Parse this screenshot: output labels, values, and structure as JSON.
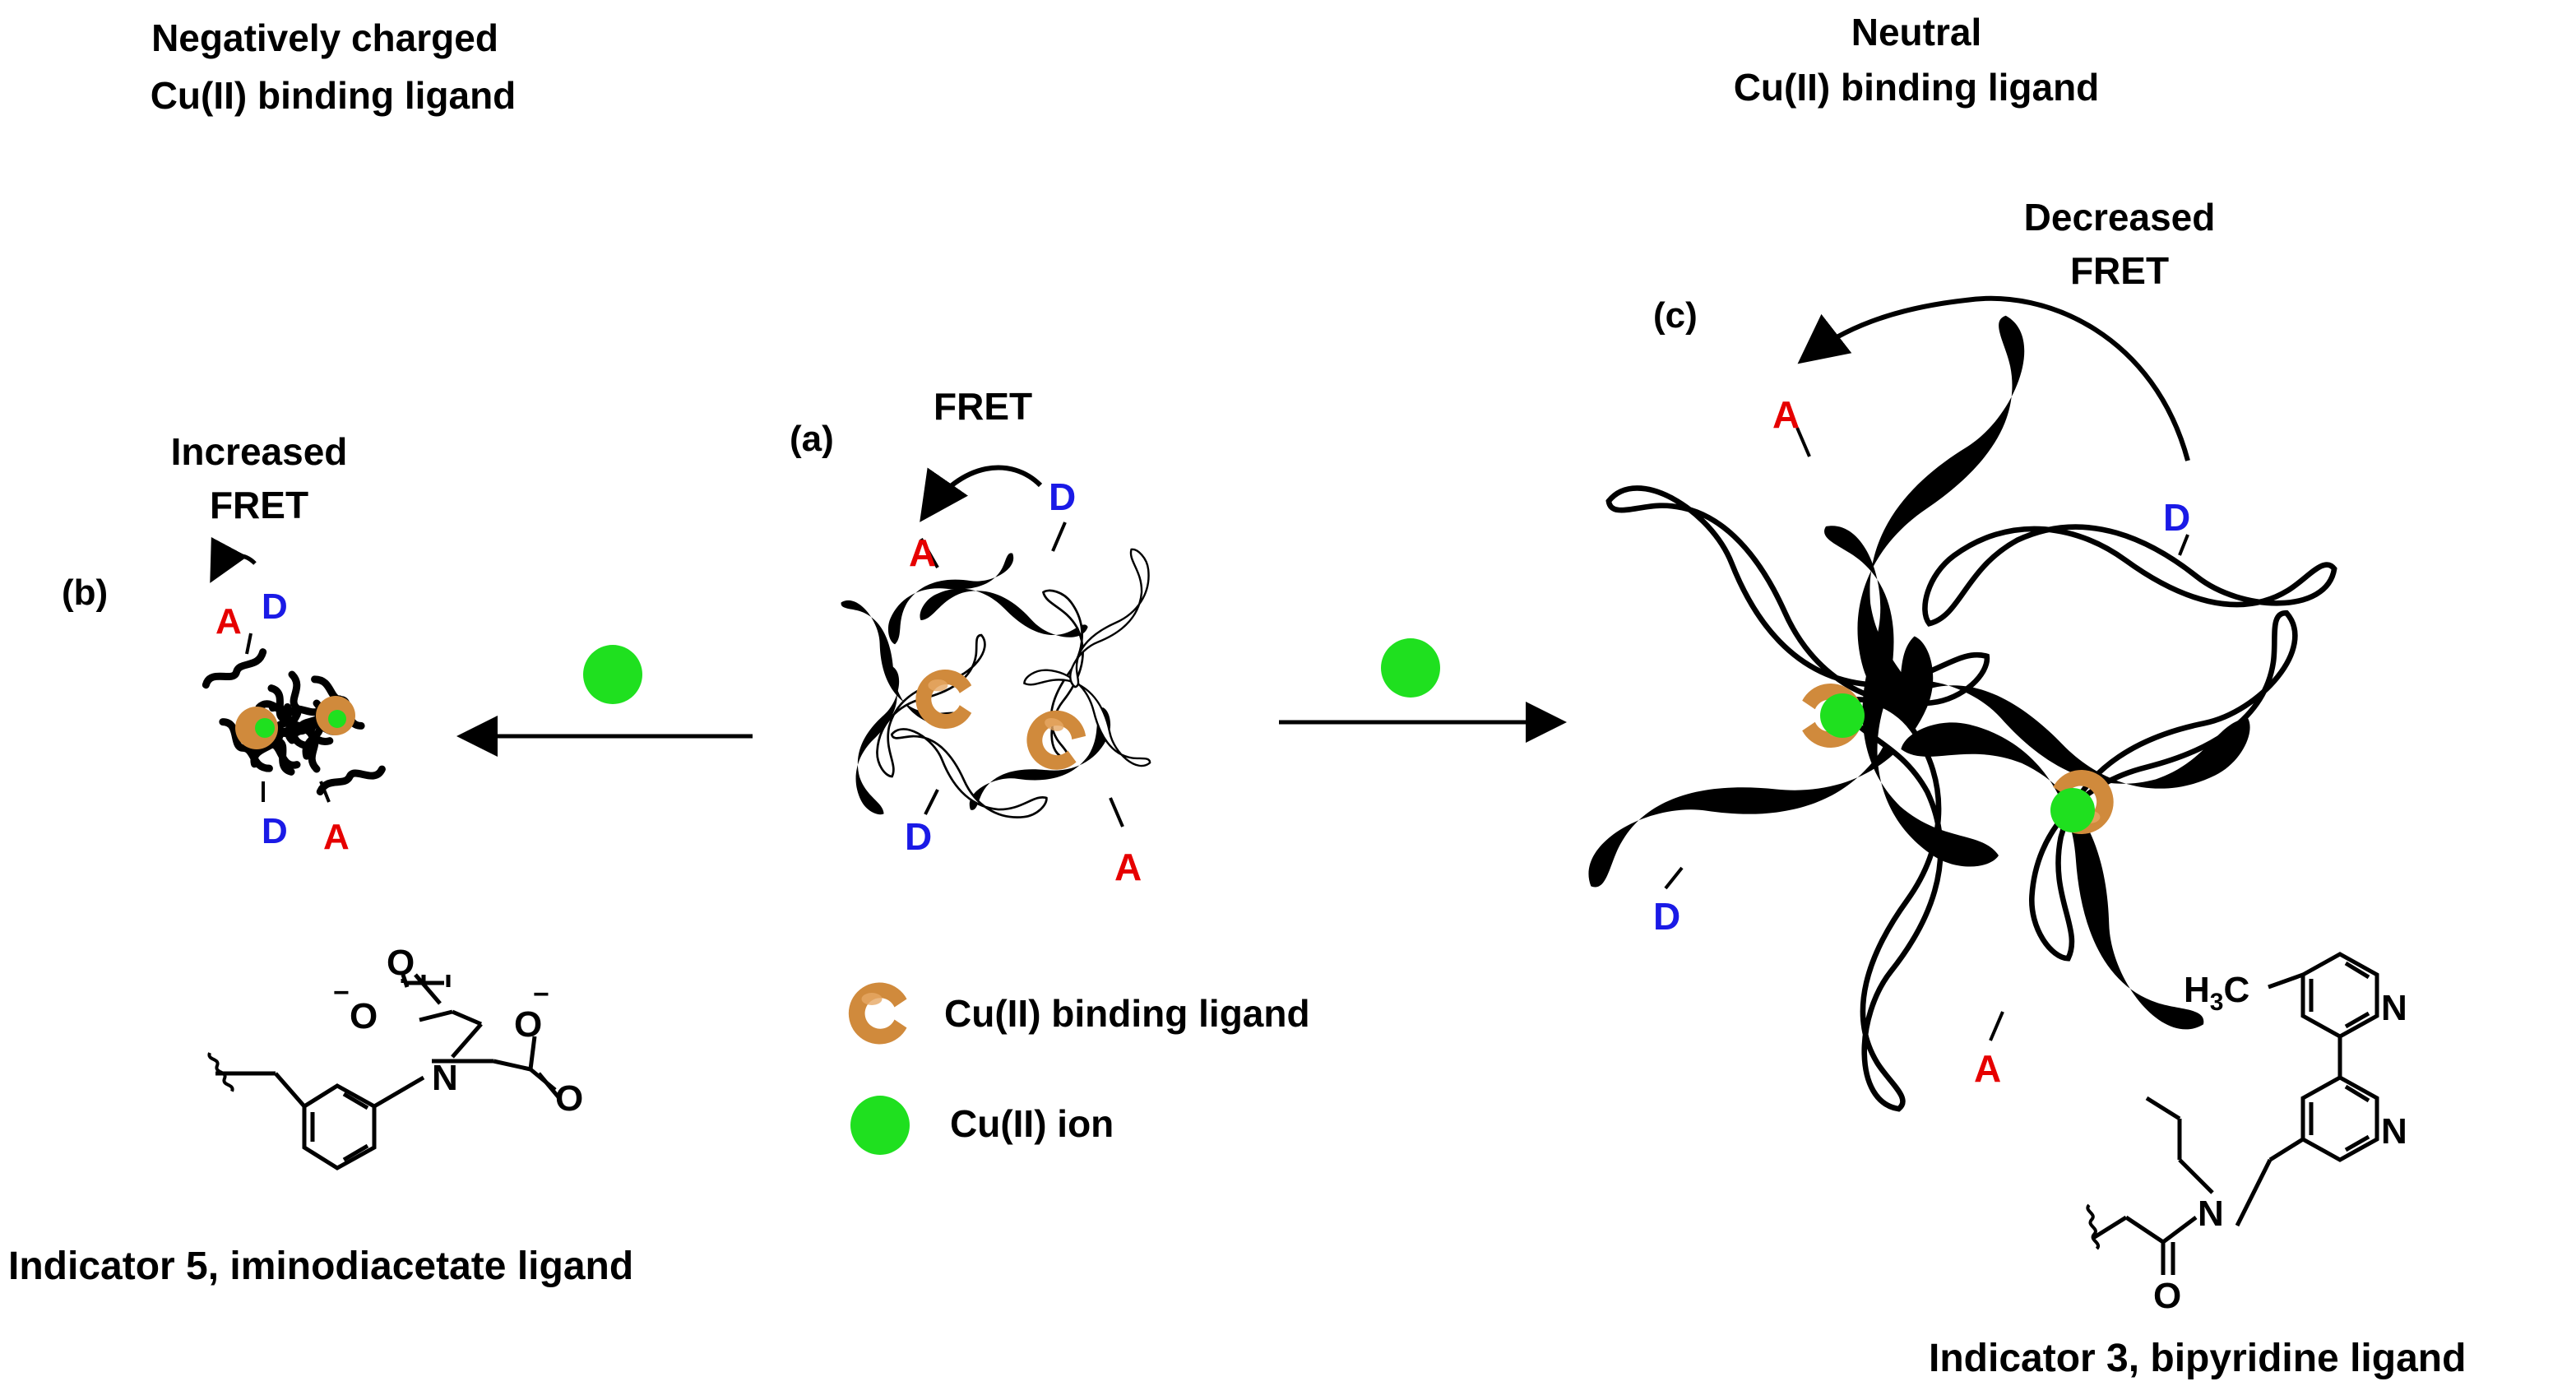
{
  "colors": {
    "donor": "#1a1ae6",
    "acceptor": "#e60000",
    "ligand": "#d08a3c",
    "ion": "#1fe01f",
    "polymer": "#000000"
  },
  "headers": {
    "left": [
      "Negatively charged",
      "Cu(II) binding ligand"
    ],
    "right": [
      "Neutral",
      "Cu(II) binding ligand"
    ]
  },
  "panels": {
    "a": {
      "label": "(a)",
      "fret": "FRET"
    },
    "b": {
      "label": "(b)",
      "fret": [
        "Increased",
        "FRET"
      ]
    },
    "c": {
      "label": "(c)",
      "fret": [
        "Decreased",
        "FRET"
      ]
    }
  },
  "dye_letters": {
    "donor": "D",
    "acceptor": "A"
  },
  "legend": {
    "ligand": "Cu(II) binding ligand",
    "ion": "Cu(II) ion"
  },
  "structures": {
    "left": {
      "caption": "Indicator 5, iminodiacetate ligand",
      "atoms": {
        "O": "O",
        "N": "N",
        "minus": "−"
      }
    },
    "right": {
      "caption": "Indicator 3, bipyridine ligand",
      "methyl_H": "H",
      "methyl_sub": "3",
      "methyl_C": "C",
      "atoms": {
        "N": "N",
        "O": "O"
      }
    }
  }
}
